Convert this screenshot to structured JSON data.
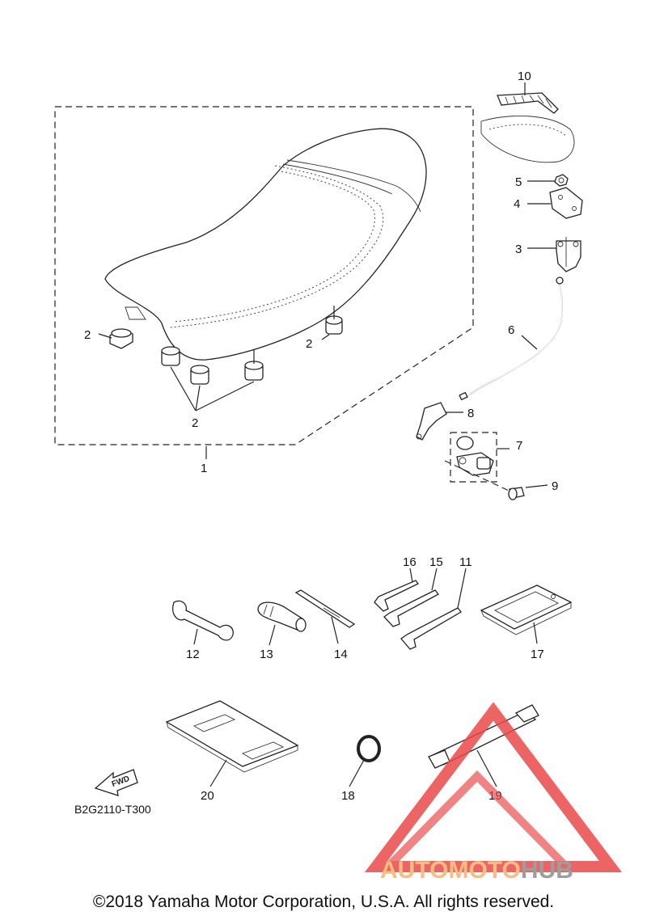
{
  "diagram": {
    "callouts": [
      {
        "id": "c1",
        "text": "1"
      },
      {
        "id": "c2a",
        "text": "2"
      },
      {
        "id": "c2b",
        "text": "2"
      },
      {
        "id": "c2c",
        "text": "2"
      },
      {
        "id": "c3",
        "text": "3"
      },
      {
        "id": "c4",
        "text": "4"
      },
      {
        "id": "c5",
        "text": "5"
      },
      {
        "id": "c6",
        "text": "6"
      },
      {
        "id": "c7",
        "text": "7"
      },
      {
        "id": "c8",
        "text": "8"
      },
      {
        "id": "c9",
        "text": "9"
      },
      {
        "id": "c10",
        "text": "10"
      },
      {
        "id": "c11",
        "text": "11"
      },
      {
        "id": "c12",
        "text": "12"
      },
      {
        "id": "c13",
        "text": "13"
      },
      {
        "id": "c14",
        "text": "14"
      },
      {
        "id": "c15",
        "text": "15"
      },
      {
        "id": "c16",
        "text": "16"
      },
      {
        "id": "c17",
        "text": "17"
      },
      {
        "id": "c18",
        "text": "18"
      },
      {
        "id": "c19",
        "text": "19"
      },
      {
        "id": "c20",
        "text": "20"
      }
    ],
    "fwd_label": "FWD",
    "drawing_code": "B2G2110-T300"
  },
  "watermark": {
    "word_orange": "AUTOMOTO",
    "word_gray": "HUB",
    "color_orange": "#f7b26b",
    "color_gray": "#8c8c8c",
    "color_red": "#e94a4a"
  },
  "copyright": "©2018 Yamaha Motor Corporation, U.S.A. All rights reserved."
}
